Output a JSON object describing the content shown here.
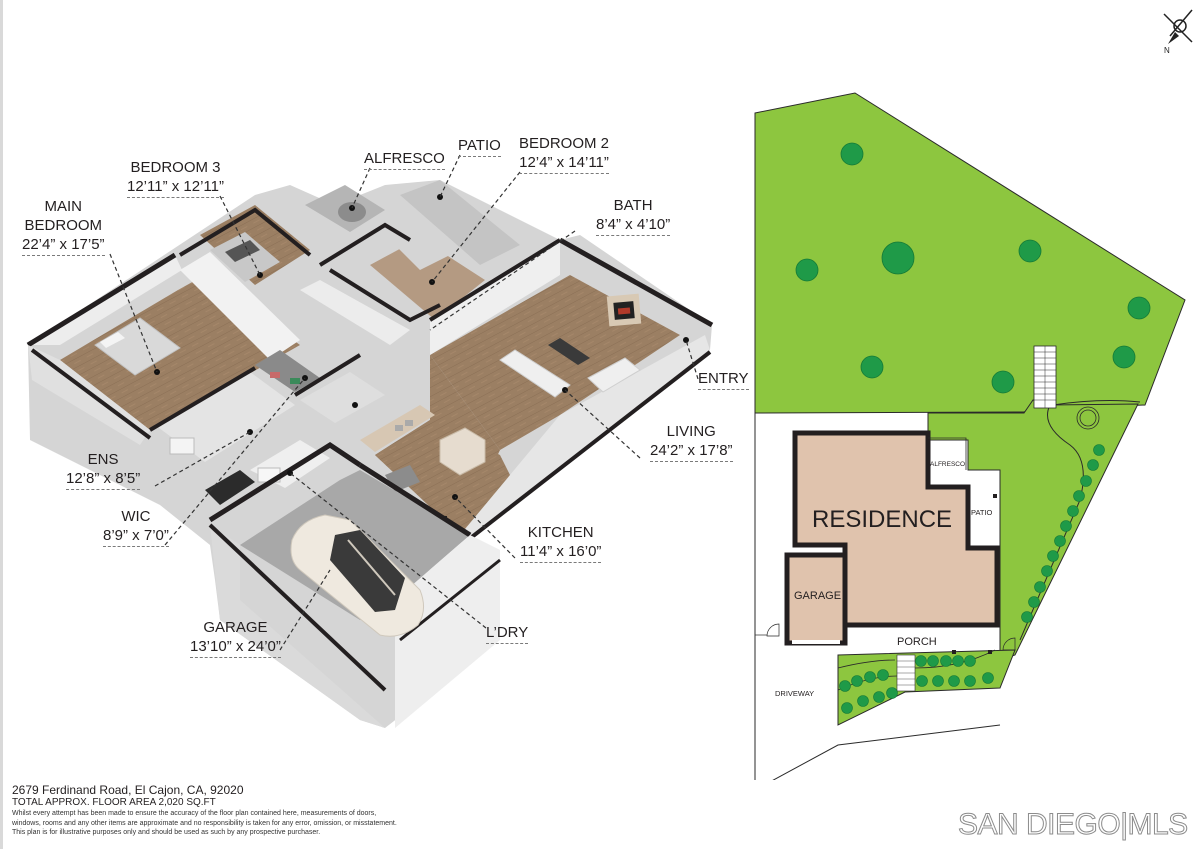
{
  "property": {
    "address": "2679 Ferdinand Road, El Cajon, CA, 92020",
    "total_area": "TOTAL APPROX. FLOOR AREA 2,020 SQ.FT",
    "disclaimer": [
      "Whilst every attempt has been made to ensure the accuracy of the floor plan contained here, measurements of doors,",
      "windows, rooms and any other items are approximate and no responsibility is taken for any error, omission, or misstatement.",
      "This plan is for illustrative purposes only and should be used as such by any prospective purchaser."
    ]
  },
  "branding": {
    "logo_text": "SAN DIEGO|MLS"
  },
  "compass": {
    "label": "N"
  },
  "floor_plan_3d": {
    "rooms": [
      {
        "name_line1": "MAIN",
        "name_line2": "BEDROOM",
        "dims": "22’4” x 17’5”"
      },
      {
        "name": "BEDROOM 3",
        "dims": "12’11” x 12’11”"
      },
      {
        "name": "ALFRESCO",
        "dims": ""
      },
      {
        "name": "PATIO",
        "dims": ""
      },
      {
        "name": "BEDROOM 2",
        "dims": "12’4” x 14’11”"
      },
      {
        "name": "BATH",
        "dims": "8’4” x 4’10”"
      },
      {
        "name": "ENTRY",
        "dims": ""
      },
      {
        "name": "LIVING",
        "dims": "24’2” x 17’8”"
      },
      {
        "name": "ENS",
        "dims": "12’8” x 8’5”"
      },
      {
        "name": "WIC",
        "dims": "8’9” x 7’0”"
      },
      {
        "name": "KITCHEN",
        "dims": "11’4” x 16’0”"
      },
      {
        "name": "GARAGE",
        "dims": "13’10” x 24’0”"
      },
      {
        "name": "L’DRY",
        "dims": ""
      }
    ]
  },
  "site_plan": {
    "labels": {
      "residence": "RESIDENCE",
      "garage": "GARAGE",
      "alfresco": "ALFRESCO",
      "patio": "PATIO",
      "porch": "PORCH",
      "driveway": "DRIVEWAY"
    }
  },
  "colors": {
    "lawn": "#8dc63f",
    "tree": "#1f9a48",
    "residence_fill": "#e0c3ad",
    "wall": "#231f20",
    "floor_wood": "#9c8064",
    "garage_floor": "#a9a9a9",
    "interior_wall": "#f2f2f2",
    "logo_gray": "#8c8c8c"
  }
}
